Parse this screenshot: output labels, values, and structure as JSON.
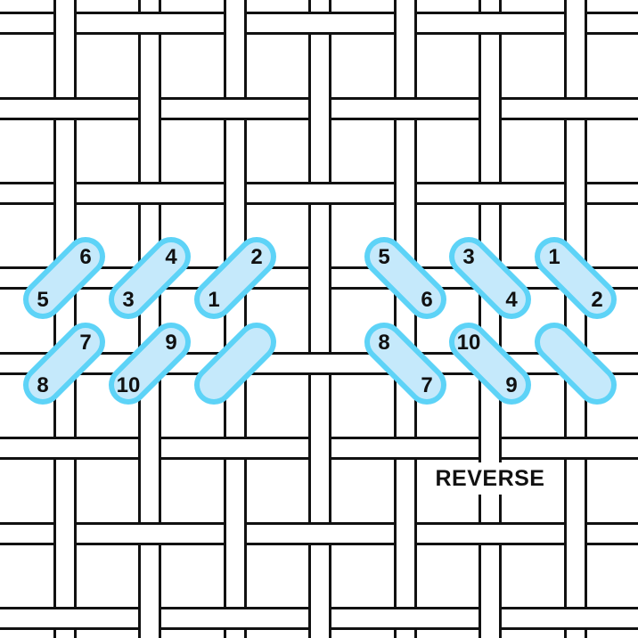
{
  "colors": {
    "thread_fill": "#ffffff",
    "thread_line": "#111111",
    "stitch_outer": "#5dd3f7",
    "stitch_inner": "#c5e9fb"
  },
  "left_group": {
    "direction": "slant-right",
    "stitches": [
      {
        "row": 0,
        "col": 0,
        "start": "5",
        "end": "6"
      },
      {
        "row": 0,
        "col": 1,
        "start": "3",
        "end": "4"
      },
      {
        "row": 0,
        "col": 2,
        "start": "1",
        "end": "2"
      },
      {
        "row": 1,
        "col": 0,
        "start": "8",
        "end": "7"
      },
      {
        "row": 1,
        "col": 1,
        "start": "10",
        "end": "9"
      },
      {
        "row": 1,
        "col": 2,
        "start": "",
        "end": ""
      }
    ]
  },
  "right_group": {
    "direction": "slant-left",
    "label": "REVERSE",
    "stitches": [
      {
        "row": 0,
        "col": 0,
        "start": "5",
        "end": "6"
      },
      {
        "row": 0,
        "col": 1,
        "start": "3",
        "end": "4"
      },
      {
        "row": 0,
        "col": 2,
        "start": "1",
        "end": "2"
      },
      {
        "row": 1,
        "col": 0,
        "start": "8",
        "end": "7"
      },
      {
        "row": 1,
        "col": 1,
        "start": "10",
        "end": "9"
      },
      {
        "row": 1,
        "col": 2,
        "start": "",
        "end": ""
      }
    ]
  }
}
